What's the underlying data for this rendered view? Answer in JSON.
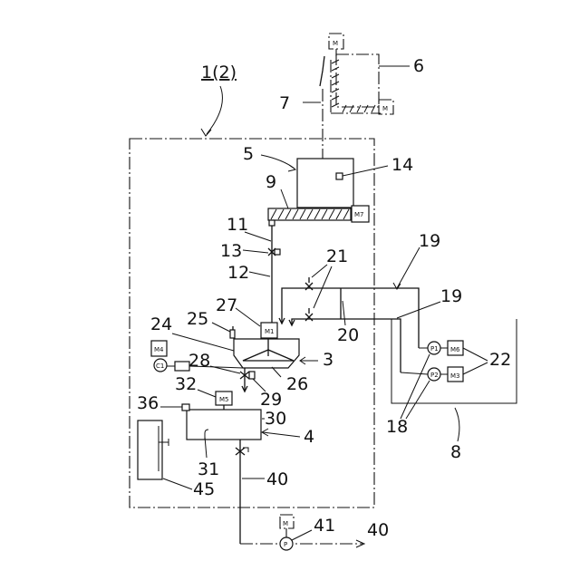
{
  "title": "1(2)",
  "labels": {
    "n3": "3",
    "n4": "4",
    "n5": "5",
    "n6": "6",
    "n7": "7",
    "n8": "8",
    "n9": "9",
    "n11": "11",
    "n12": "12",
    "n13": "13",
    "n14": "14",
    "n18": "18",
    "n19a": "19",
    "n19b": "19",
    "n20": "20",
    "n21": "21",
    "n22": "22",
    "n24": "24",
    "n25": "25",
    "n26": "26",
    "n27": "27",
    "n28": "28",
    "n29": "29",
    "n30": "30",
    "n31": "31",
    "n32": "32",
    "n36": "36",
    "n40a": "40",
    "n40b": "40",
    "n41": "41",
    "n45": "45"
  },
  "motors": {
    "m_top": "M",
    "m_right": "M",
    "m7": "M7",
    "m1": "M1",
    "m4": "M4",
    "m3": "M3",
    "m5": "M5",
    "m6": "M6",
    "m_bottom": "M"
  },
  "components": {
    "c1": "C1",
    "p1": "P1",
    "p2": "P2",
    "p_bottom": "P"
  }
}
